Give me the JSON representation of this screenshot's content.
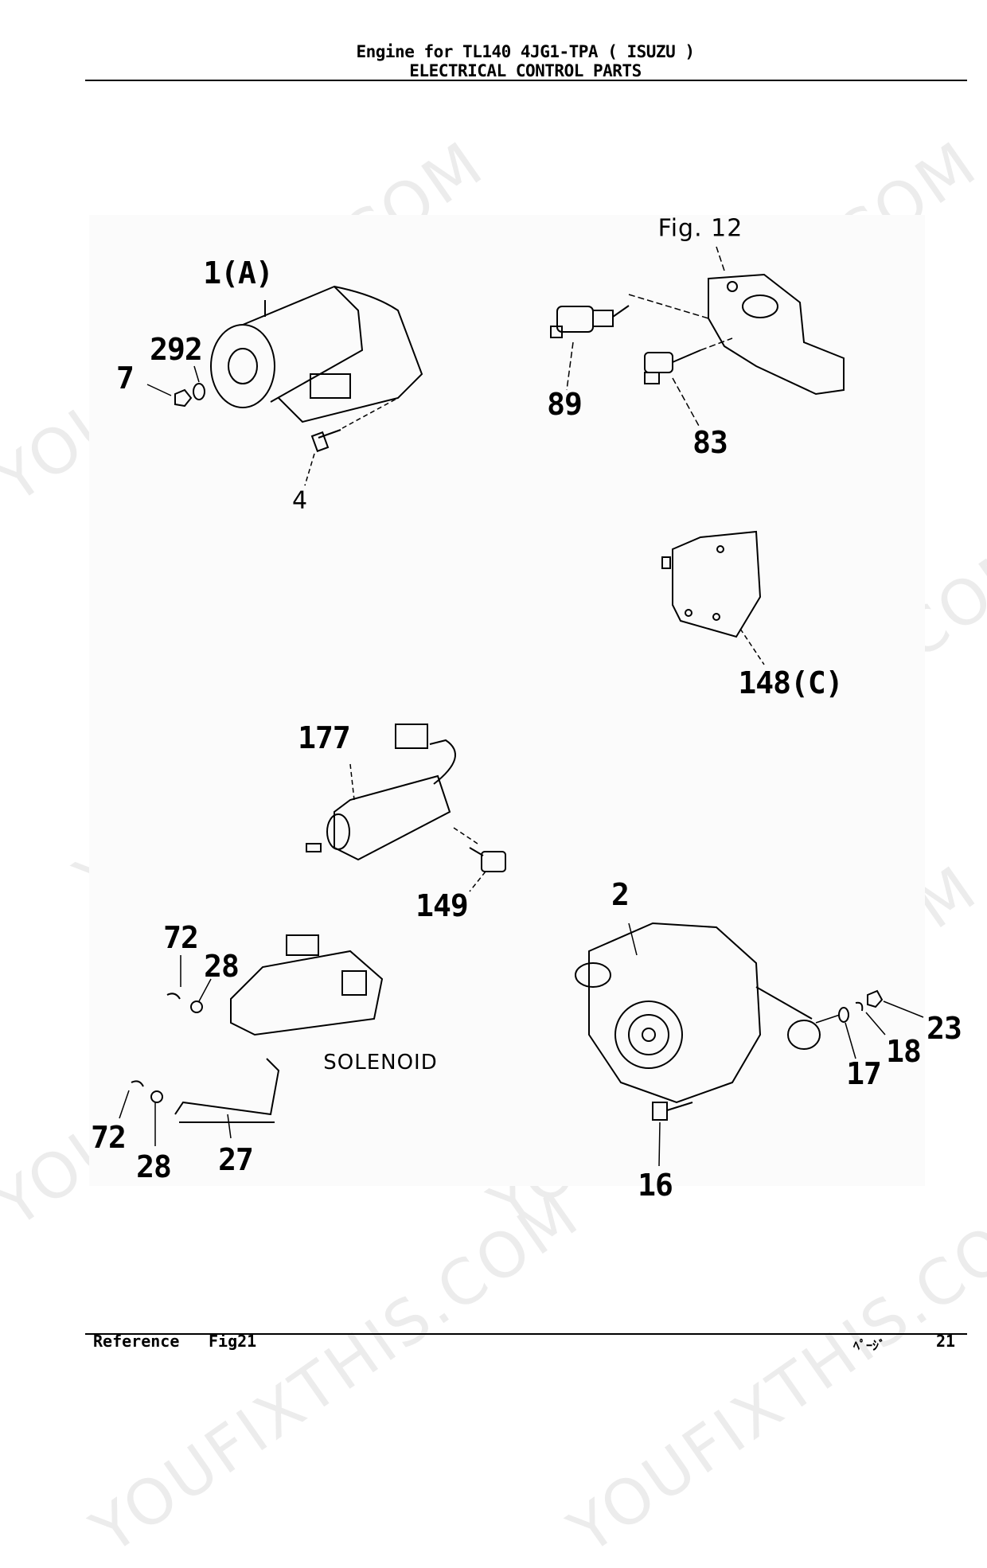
{
  "header": {
    "line1": "Engine for TL140    4JG1-TPA ( ISUZU )",
    "line2": "ELECTRICAL CONTROL PARTS"
  },
  "footer": {
    "reference_label": "Reference",
    "figure": "Fig21",
    "page_label": "ﾍﾟｰｼﾞ",
    "page_number": "21"
  },
  "watermark": "YOUFIXTHIS.COM",
  "diagram": {
    "fig_ref": "Fig. 12",
    "solenoid_text": "SOLENOID",
    "parts": [
      "1(A)",
      "292",
      "7",
      "4",
      "89",
      "83",
      "148(C)",
      "177",
      "149",
      "2",
      "72",
      "28",
      "72",
      "28",
      "27",
      "16",
      "17",
      "18",
      "23"
    ]
  }
}
